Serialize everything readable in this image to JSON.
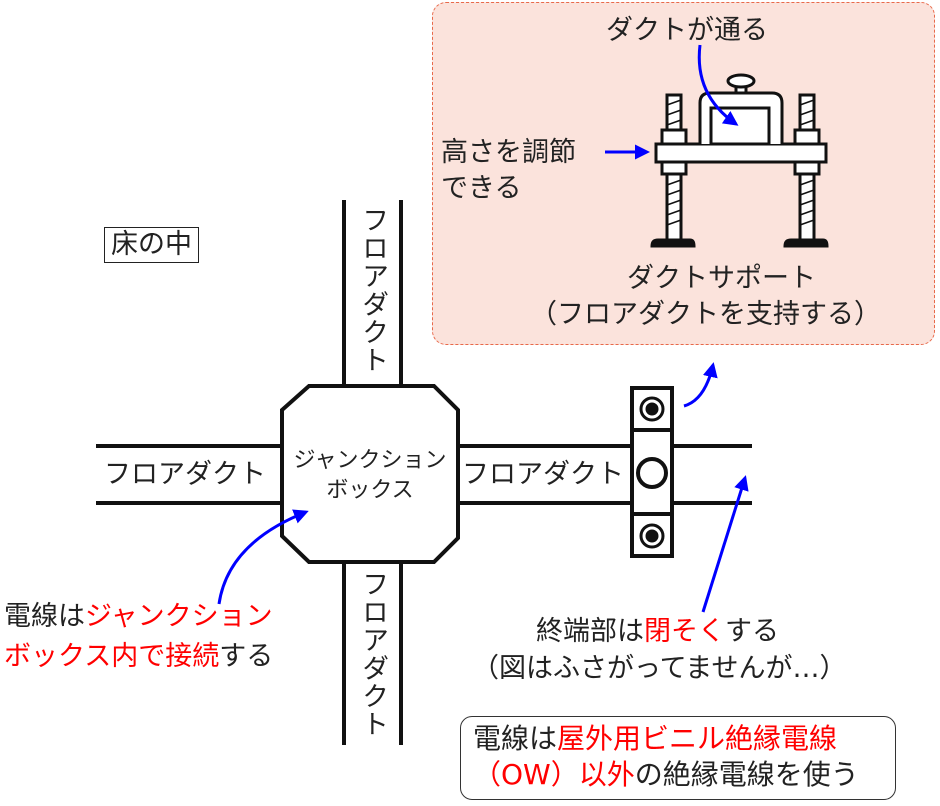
{
  "support": {
    "duct_passes": "ダクトが通る",
    "height_adjust_line1": "高さを調節",
    "height_adjust_line2": "できる",
    "title": "ダクトサポート",
    "subtitle": "（フロアダクトを支持する）"
  },
  "floor_label": "床の中",
  "ducts": {
    "top": "フロアダクト",
    "left": "フロアダクト",
    "right": "フロアダクト",
    "bottom": "フロアダクト"
  },
  "junction_box": {
    "line1": "ジャンクション",
    "line2": "ボックス"
  },
  "wire_note": {
    "part1": "電線は",
    "part2": "ジャンクション",
    "part3": "ボックス内で接続",
    "part4": "する"
  },
  "end_note": {
    "part1": "終端部は",
    "part2": "閉そく",
    "part3": "する",
    "line2": "（図はふさがってませんが…）"
  },
  "box_note": {
    "part1": "電線は",
    "part2": "屋外用ビニル絶縁電線",
    "part3": "（OW）以外",
    "part4": "の絶縁電線を使う"
  },
  "colors": {
    "arrow": "#0000ff",
    "emphasis": "#ff0000",
    "panel_fill": "#fbe3dc",
    "panel_border": "#e8694a"
  }
}
